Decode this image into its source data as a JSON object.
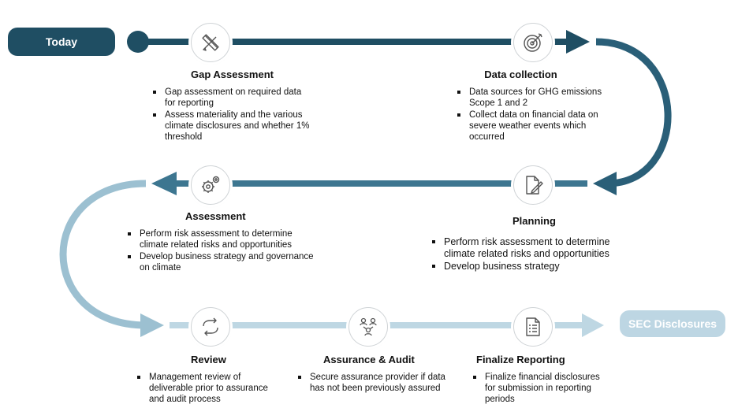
{
  "start": {
    "label": "Today",
    "color": "#1f4e63"
  },
  "end": {
    "label": "SEC Disclosures",
    "color": "#bdd6e3",
    "text_color": "#ffffff"
  },
  "colors": {
    "row1": "#1f4e63",
    "row2": "#3d7690",
    "row3": "#bed7e3",
    "curve2": "#9cc0d1"
  },
  "steps": [
    {
      "title": "Gap Assessment",
      "icon": "pencil-ruler-icon",
      "bullets": [
        "Gap assessment on required data for reporting",
        "Assess materiality and the various climate disclosures and whether 1% threshold"
      ]
    },
    {
      "title": "Data collection",
      "icon": "target-icon",
      "bullets": [
        "Data sources for GHG emissions Scope 1 and 2",
        "Collect data on financial data on severe weather events which occurred"
      ]
    },
    {
      "title": "Planning",
      "icon": "document-pen-icon",
      "bullets": [
        "Perform risk assessment to determine climate related risks and opportunities",
        "Develop business strategy"
      ]
    },
    {
      "title": "Assessment",
      "icon": "gears-icon",
      "bullets": [
        "Perform risk assessment to determine climate related risks and opportunities",
        "Develop business strategy and governance on climate"
      ]
    },
    {
      "title": "Review",
      "icon": "cycle-arrows-icon",
      "bullets": [
        "Management review of deliverable prior to assurance and audit process"
      ]
    },
    {
      "title": "Assurance & Audit",
      "icon": "people-network-icon",
      "bullets": [
        "Secure assurance provider if data has not been previously assured"
      ]
    },
    {
      "title": "Finalize Reporting",
      "icon": "checklist-icon",
      "bullets": [
        "Finalize financial disclosures for submission in reporting periods"
      ]
    }
  ]
}
